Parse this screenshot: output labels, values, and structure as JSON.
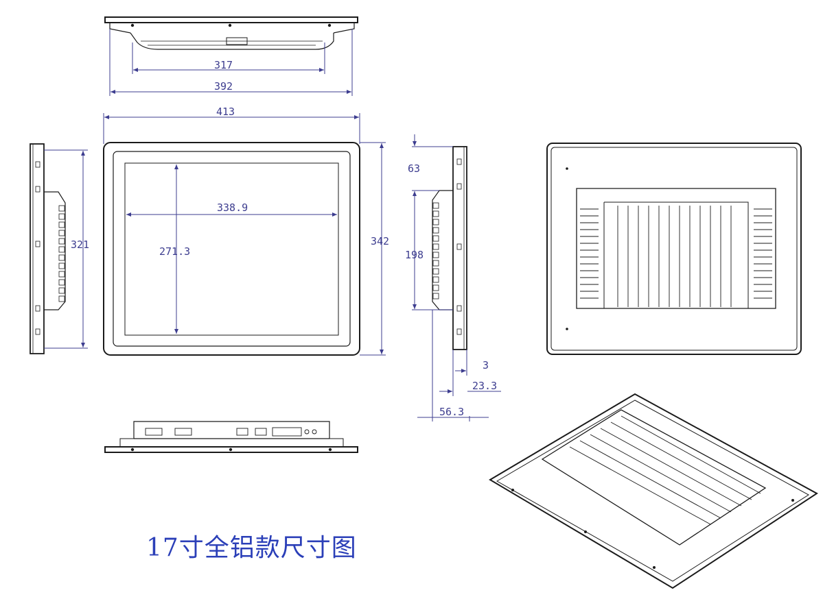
{
  "caption": "17寸全铝款尺寸图",
  "dimensions": {
    "top_inner": "317",
    "top_outer": "392",
    "front_width": "413",
    "screen_width": "338.9",
    "screen_height": "271.3",
    "front_height": "342",
    "left_height": "321",
    "side_top_offset": "63",
    "side_middle": "198",
    "side_depth_a": "3",
    "side_depth_b": "23.3",
    "side_depth_c": "56.3"
  },
  "colors": {
    "line": "#1a1a1a",
    "dimension": "#3d3d8f",
    "caption": "#2b3fb8"
  }
}
